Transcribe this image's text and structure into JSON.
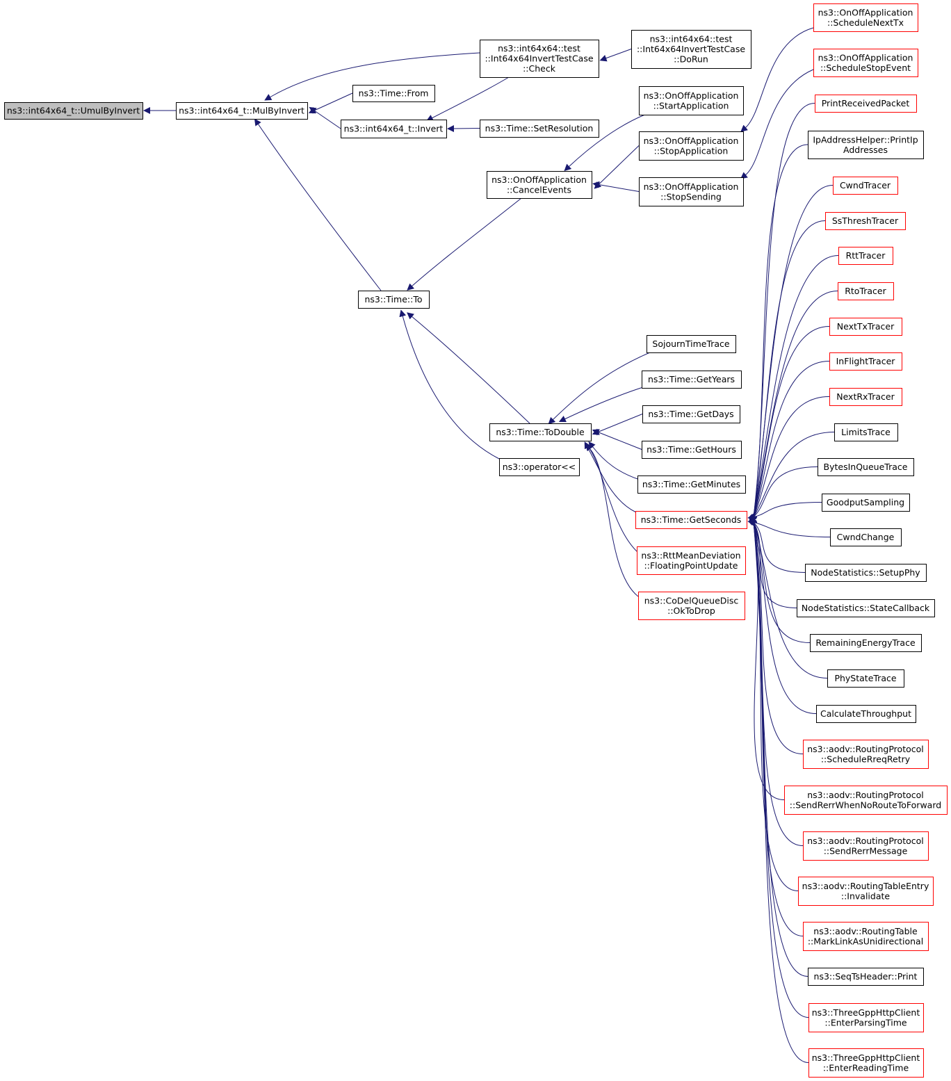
{
  "colors": {
    "edge": "#191970",
    "border_normal": "#000000",
    "border_truncated": "#ff0000",
    "fill_normal": "#ffffff",
    "fill_focus": "#bfbfbf"
  },
  "nodes": {
    "umul": {
      "lines": [
        "ns3::int64x64_t::UmulByInvert"
      ],
      "style": "focus"
    },
    "mulbyinvert": {
      "lines": [
        "ns3::int64x64_t::MulByInvert"
      ],
      "style": "normal"
    },
    "check": {
      "lines": [
        "ns3::int64x64::test",
        "::Int64x64InvertTestCase",
        "::Check"
      ],
      "style": "normal"
    },
    "dorun": {
      "lines": [
        "ns3::int64x64::test",
        "::Int64x64InvertTestCase",
        "::DoRun"
      ],
      "style": "normal"
    },
    "from": {
      "lines": [
        "ns3::Time::From"
      ],
      "style": "normal"
    },
    "invert": {
      "lines": [
        "ns3::int64x64_t::Invert"
      ],
      "style": "normal"
    },
    "setres": {
      "lines": [
        "ns3::Time::SetResolution"
      ],
      "style": "normal"
    },
    "to": {
      "lines": [
        "ns3::Time::To"
      ],
      "style": "normal"
    },
    "cancel": {
      "lines": [
        "ns3::OnOffApplication",
        "::CancelEvents"
      ],
      "style": "normal"
    },
    "startapp": {
      "lines": [
        "ns3::OnOffApplication",
        "::StartApplication"
      ],
      "style": "normal"
    },
    "stopapp": {
      "lines": [
        "ns3::OnOffApplication",
        "::StopApplication"
      ],
      "style": "normal"
    },
    "stopsend": {
      "lines": [
        "ns3::OnOffApplication",
        "::StopSending"
      ],
      "style": "normal"
    },
    "schednext": {
      "lines": [
        "ns3::OnOffApplication",
        "::ScheduleNextTx"
      ],
      "style": "truncated"
    },
    "schedstop": {
      "lines": [
        "ns3::OnOffApplication",
        "::ScheduleStopEvent"
      ],
      "style": "truncated"
    },
    "todouble": {
      "lines": [
        "ns3::Time::ToDouble"
      ],
      "style": "normal"
    },
    "opshift": {
      "lines": [
        "ns3::operator<<"
      ],
      "style": "normal"
    },
    "sojourn": {
      "lines": [
        "SojournTimeTrace"
      ],
      "style": "normal"
    },
    "getyears": {
      "lines": [
        "ns3::Time::GetYears"
      ],
      "style": "normal"
    },
    "getdays": {
      "lines": [
        "ns3::Time::GetDays"
      ],
      "style": "normal"
    },
    "gethours": {
      "lines": [
        "ns3::Time::GetHours"
      ],
      "style": "normal"
    },
    "getminutes": {
      "lines": [
        "ns3::Time::GetMinutes"
      ],
      "style": "normal"
    },
    "getseconds": {
      "lines": [
        "ns3::Time::GetSeconds"
      ],
      "style": "truncated"
    },
    "rttmean": {
      "lines": [
        "ns3::RttMeanDeviation",
        "::FloatingPointUpdate"
      ],
      "style": "truncated"
    },
    "codel": {
      "lines": [
        "ns3::CoDelQueueDisc",
        "::OkToDrop"
      ],
      "style": "truncated"
    },
    "printrecv": {
      "lines": [
        "PrintReceivedPacket"
      ],
      "style": "truncated"
    },
    "ipaddr": {
      "lines": [
        "IpAddressHelper::PrintIp",
        "Addresses"
      ],
      "style": "normal"
    },
    "cwndtracer": {
      "lines": [
        "CwndTracer"
      ],
      "style": "truncated"
    },
    "ssthresh": {
      "lines": [
        "SsThreshTracer"
      ],
      "style": "truncated"
    },
    "rtttracer": {
      "lines": [
        "RttTracer"
      ],
      "style": "truncated"
    },
    "rtotracer": {
      "lines": [
        "RtoTracer"
      ],
      "style": "truncated"
    },
    "nexttx": {
      "lines": [
        "NextTxTracer"
      ],
      "style": "truncated"
    },
    "inflight": {
      "lines": [
        "InFlightTracer"
      ],
      "style": "truncated"
    },
    "nextrx": {
      "lines": [
        "NextRxTracer"
      ],
      "style": "truncated"
    },
    "limits": {
      "lines": [
        "LimitsTrace"
      ],
      "style": "normal"
    },
    "bytesinq": {
      "lines": [
        "BytesInQueueTrace"
      ],
      "style": "normal"
    },
    "goodput": {
      "lines": [
        "GoodputSampling"
      ],
      "style": "normal"
    },
    "cwndchange": {
      "lines": [
        "CwndChange"
      ],
      "style": "normal"
    },
    "setupphy": {
      "lines": [
        "NodeStatistics::SetupPhy"
      ],
      "style": "normal"
    },
    "statecb": {
      "lines": [
        "NodeStatistics::StateCallback"
      ],
      "style": "normal"
    },
    "remaining": {
      "lines": [
        "RemainingEnergyTrace"
      ],
      "style": "normal"
    },
    "phystate": {
      "lines": [
        "PhyStateTrace"
      ],
      "style": "normal"
    },
    "calcthr": {
      "lines": [
        "CalculateThroughput"
      ],
      "style": "normal"
    },
    "schedrreq": {
      "lines": [
        "ns3::aodv::RoutingProtocol",
        "::ScheduleRreqRetry"
      ],
      "style": "truncated"
    },
    "sendrerrnoroute": {
      "lines": [
        "ns3::aodv::RoutingProtocol",
        "::SendRerrWhenNoRouteToForward"
      ],
      "style": "truncated"
    },
    "sendrerrmsg": {
      "lines": [
        "ns3::aodv::RoutingProtocol",
        "::SendRerrMessage"
      ],
      "style": "truncated"
    },
    "rtinvalidate": {
      "lines": [
        "ns3::aodv::RoutingTableEntry",
        "::Invalidate"
      ],
      "style": "truncated"
    },
    "marklink": {
      "lines": [
        "ns3::aodv::RoutingTable",
        "::MarkLinkAsUnidirectional"
      ],
      "style": "truncated"
    },
    "seqts": {
      "lines": [
        "ns3::SeqTsHeader::Print"
      ],
      "style": "normal"
    },
    "enterparsing": {
      "lines": [
        "ns3::ThreeGppHttpClient",
        "::EnterParsingTime"
      ],
      "style": "truncated"
    },
    "enterreading": {
      "lines": [
        "ns3::ThreeGppHttpClient",
        "::EnterReadingTime"
      ],
      "style": "truncated"
    }
  },
  "edges": [
    [
      "mulbyinvert",
      "umul"
    ],
    [
      "check",
      "mulbyinvert"
    ],
    [
      "from",
      "mulbyinvert"
    ],
    [
      "invert",
      "mulbyinvert"
    ],
    [
      "to",
      "mulbyinvert"
    ],
    [
      "dorun",
      "check"
    ],
    [
      "check",
      "invert"
    ],
    [
      "setres",
      "invert"
    ],
    [
      "cancel",
      "to"
    ],
    [
      "todouble",
      "to"
    ],
    [
      "opshift",
      "to"
    ],
    [
      "startapp",
      "cancel"
    ],
    [
      "stopapp",
      "cancel"
    ],
    [
      "stopsend",
      "cancel"
    ],
    [
      "schednext",
      "stopapp"
    ],
    [
      "schedstop",
      "stopsend"
    ],
    [
      "sojourn",
      "todouble"
    ],
    [
      "getyears",
      "todouble"
    ],
    [
      "getdays",
      "todouble"
    ],
    [
      "gethours",
      "todouble"
    ],
    [
      "getminutes",
      "todouble"
    ],
    [
      "getseconds",
      "todouble"
    ],
    [
      "rttmean",
      "todouble"
    ],
    [
      "codel",
      "todouble"
    ],
    [
      "printrecv",
      "getseconds"
    ],
    [
      "ipaddr",
      "getseconds"
    ],
    [
      "cwndtracer",
      "getseconds"
    ],
    [
      "ssthresh",
      "getseconds"
    ],
    [
      "rtttracer",
      "getseconds"
    ],
    [
      "rtotracer",
      "getseconds"
    ],
    [
      "nexttx",
      "getseconds"
    ],
    [
      "inflight",
      "getseconds"
    ],
    [
      "nextrx",
      "getseconds"
    ],
    [
      "limits",
      "getseconds"
    ],
    [
      "bytesinq",
      "getseconds"
    ],
    [
      "goodput",
      "getseconds"
    ],
    [
      "cwndchange",
      "getseconds"
    ],
    [
      "setupphy",
      "getseconds"
    ],
    [
      "statecb",
      "getseconds"
    ],
    [
      "remaining",
      "getseconds"
    ],
    [
      "phystate",
      "getseconds"
    ],
    [
      "calcthr",
      "getseconds"
    ],
    [
      "schedrreq",
      "getseconds"
    ],
    [
      "sendrerrnoroute",
      "getseconds"
    ],
    [
      "sendrerrmsg",
      "getseconds"
    ],
    [
      "rtinvalidate",
      "getseconds"
    ],
    [
      "marklink",
      "getseconds"
    ],
    [
      "seqts",
      "getseconds"
    ],
    [
      "enterparsing",
      "getseconds"
    ],
    [
      "enterreading",
      "getseconds"
    ]
  ]
}
